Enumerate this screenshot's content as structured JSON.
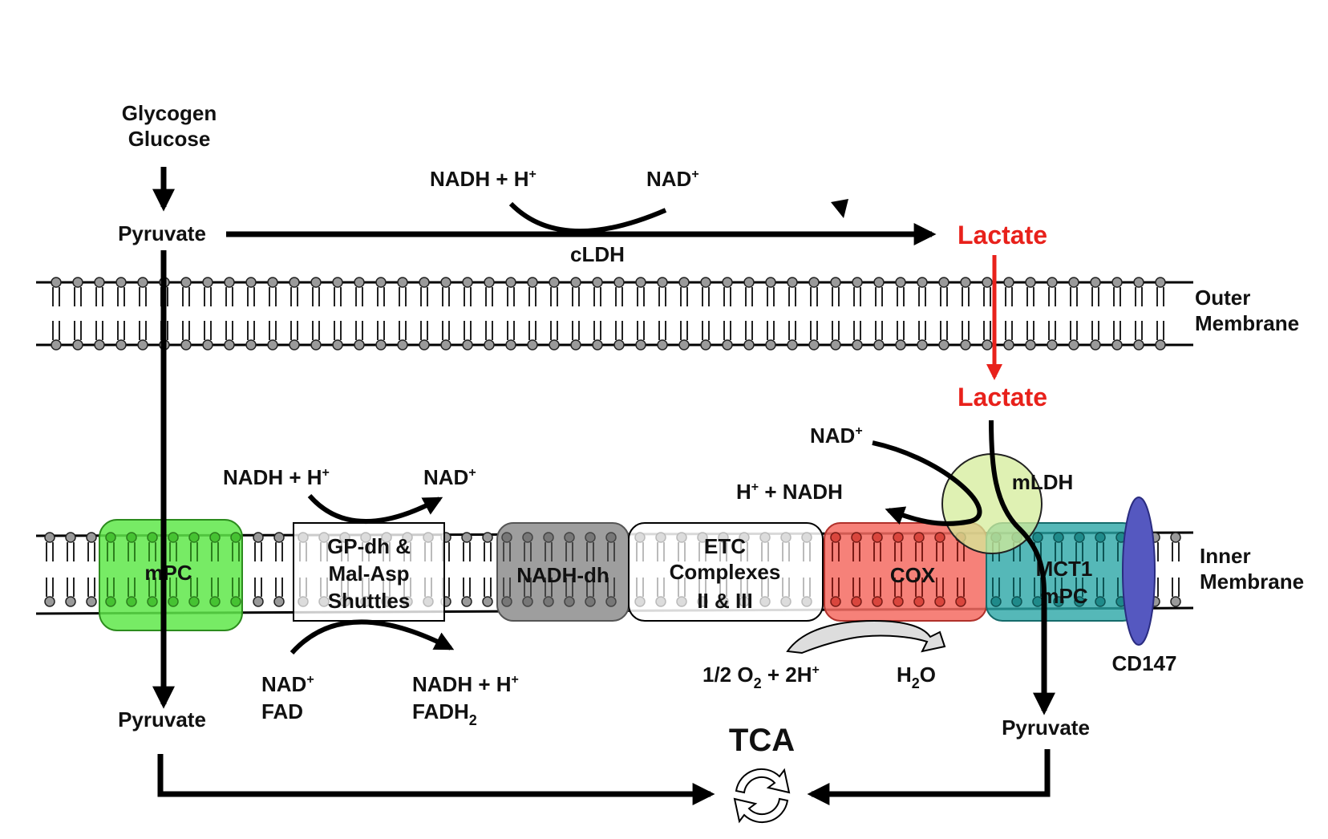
{
  "labels": {
    "glycogen": "Glycogen",
    "glucose": "Glucose",
    "pyruvate_top": "Pyruvate",
    "nadh_top": "NADH + H",
    "nad_top": "NAD",
    "cldh": "cLDH",
    "lactate_top": "Lactate",
    "outer_membrane_1": "Outer",
    "outer_membrane_2": "Membrane",
    "lactate_mid": "Lactate",
    "nad_mldh": "NAD",
    "h_nadh": "H",
    "h_nadh_rest": " + NADH",
    "mldh": "mLDH",
    "nadh_shuttle": "NADH + H",
    "nad_shuttle": "NAD",
    "inner_membrane_1": "Inner",
    "inner_membrane_2": "Membrane",
    "nad_bottom": "NAD",
    "fad_bottom": "FAD",
    "nadh_bottom": "NADH + H",
    "fadh2_bottom": "FADH",
    "fadh2_sub": "2",
    "o2_a": "1/2 O",
    "o2_sub": "2",
    "o2_b": " + 2H",
    "h2o_a": "H",
    "h2o_sub": "2",
    "h2o_b": "O",
    "cd147": "CD147",
    "pyruvate_left": "Pyruvate",
    "pyruvate_right": "Pyruvate",
    "tca": "TCA",
    "plus": "+"
  },
  "components": {
    "mpc": "mPC",
    "shuttles_1": "GP-dh &",
    "shuttles_2": "Mal-Asp",
    "shuttles_3": "Shuttles",
    "nadh_dh": "NADH-dh",
    "etc_1": "ETC",
    "etc_2": "Complexes",
    "etc_3": "II & III",
    "cox": "COX",
    "mct1_1": "MCT1",
    "mct1_2": "mPC"
  },
  "colors": {
    "mpc": "#5fe84a",
    "shuttles": "#ffffff",
    "nadh_dh": "#9e9e9e",
    "etc": "#ffffff",
    "cox": "#f46b62",
    "mct1": "#2aa6a6",
    "cd147": "#5558c0",
    "mldh": "#d4ec9a",
    "lactate": "#e8211b"
  }
}
